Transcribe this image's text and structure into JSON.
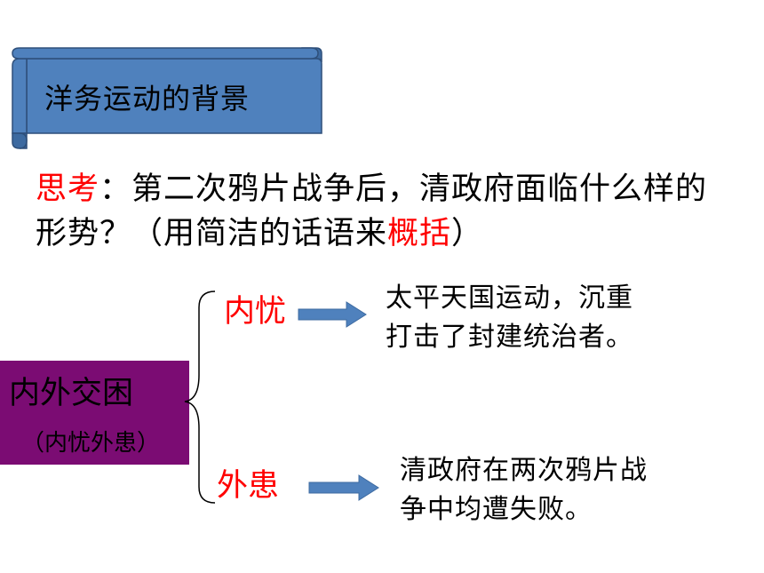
{
  "banner": {
    "title": "洋务运动的背景"
  },
  "question": {
    "prefix": "思考",
    "colon": "：",
    "body": "第二次鸦片战争后，清政府面临什么样的形势？（用简洁的话语来",
    "highlight": "概括",
    "suffix": "）"
  },
  "summary_box": {
    "title": "内外交困",
    "subtitle": "（内忧外患）"
  },
  "branches": [
    {
      "label": "内忧",
      "desc_line1": "太平天国运动，沉重",
      "desc_line2": "打击了封建统治者。"
    },
    {
      "label": "外患",
      "desc_line1": "清政府在两次鸦片战",
      "desc_line2": "争中均遭失败。"
    }
  ],
  "colors": {
    "banner_fill": "#4f81bd",
    "box_fill": "#7b0c73",
    "accent_red": "#ff0000",
    "arrow_fill": "#4f81bd"
  }
}
